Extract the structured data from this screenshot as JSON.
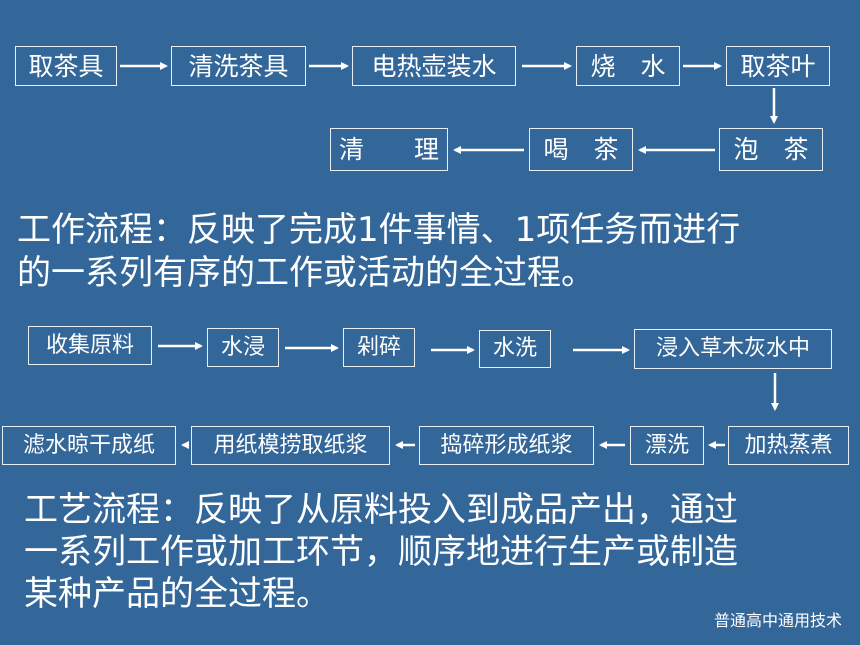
{
  "work_flow": {
    "steps": [
      "取茶具",
      "清洗茶具",
      "电热壶装水",
      "烧　水",
      "取茶叶",
      "泡　茶",
      "喝　茶",
      "清　　理"
    ]
  },
  "work_definition": {
    "line1": "工作流程：反映了完成1件事情、1项任务而进行",
    "line2": "的一系列有序的工作或活动的全过程。"
  },
  "craft_flow": {
    "steps": [
      "收集原料",
      "水浸",
      "剁碎",
      "水洗",
      "浸入草木灰水中",
      "加热蒸煮",
      "漂洗",
      "捣碎形成纸浆",
      "用纸模捞取纸浆",
      "滤水晾干成纸"
    ]
  },
  "craft_definition": {
    "line1": "工艺流程：反映了从原料投入到成品产出，通过",
    "line2": "一系列工作或加工环节，顺序地进行生产或制造",
    "line3": "某种产品的全过程。"
  },
  "footer": {
    "label": "普通高中通用技术"
  },
  "colors": {
    "background": "#336699",
    "text": "#ffffff",
    "lines": "#ffffff"
  }
}
